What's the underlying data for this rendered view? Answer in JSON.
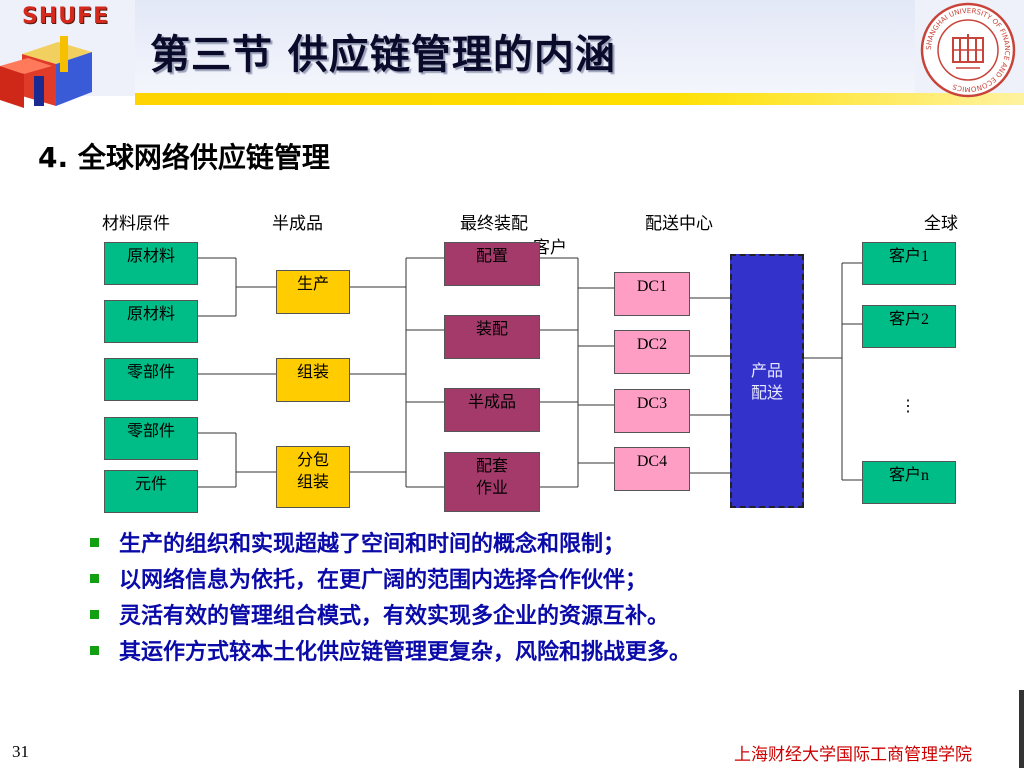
{
  "header": {
    "logo": "SHUFE",
    "title": "第三节  供应链管理的内涵",
    "seal_text": "SHANGHAI UNIVERSITY OF FINANCE AND ECONOMICS"
  },
  "subtitle": "4. 全球网络供应链管理",
  "diagram": {
    "column_labels": [
      "材料原件",
      "半成品",
      "最终装配",
      "配送中心",
      "全球",
      "客户"
    ],
    "raw_materials": [
      "原材料",
      "原材料",
      "零部件",
      "零部件",
      "元件"
    ],
    "semi_products": [
      "生产",
      "组装",
      "分包",
      "组装"
    ],
    "final_assembly": [
      "配置",
      "装配",
      "半成品",
      "配套",
      "作业"
    ],
    "distribution_centers": [
      "DC1",
      "DC2",
      "DC3",
      "DC4"
    ],
    "product_delivery": [
      "产品",
      "配送"
    ],
    "customers": [
      "客户1",
      "客户2",
      "⋮",
      "客户n"
    ]
  },
  "bullets": [
    "生产的组织和实现超越了空间和时间的概念和限制；",
    "以网络信息为依托，在更广阔的范围内选择合作伙伴；",
    "灵活有效的管理组合模式，有效实现多企业的资源互补。",
    "其运作方式较本土化供应链管理更复杂，风险和挑战更多。"
  ],
  "footer": {
    "page_number": "31",
    "institution": "上海财经大学国际工商管理学院"
  },
  "colors": {
    "green": "#00bc86",
    "yellow": "#ffcc00",
    "maroon": "#a33a6a",
    "pink": "#ff9ec4",
    "blue": "#3333cc",
    "bullet_text": "#0a0aa8",
    "footer_text": "#cc0000"
  }
}
